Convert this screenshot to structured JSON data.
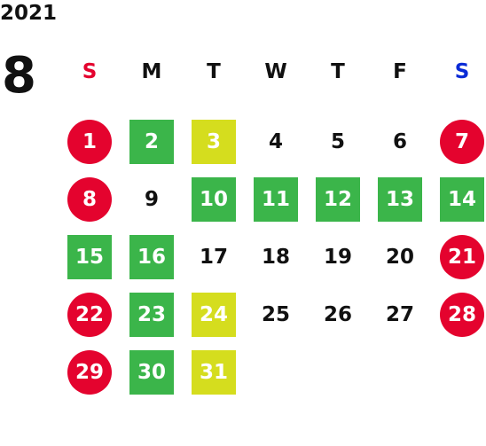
{
  "calendar": {
    "year": "2021",
    "month": "8",
    "weekdays": [
      {
        "label": "S",
        "color": "#e4032e"
      },
      {
        "label": "M",
        "color": "#111111"
      },
      {
        "label": "T",
        "color": "#111111"
      },
      {
        "label": "W",
        "color": "#111111"
      },
      {
        "label": "T",
        "color": "#111111"
      },
      {
        "label": "F",
        "color": "#111111"
      },
      {
        "label": "S",
        "color": "#0a2bd6"
      }
    ],
    "legend_colors": {
      "holiday_red": "#e4032e",
      "green": "#3bb54a",
      "yellow": "#d5dd1e"
    },
    "weeks": [
      [
        {
          "day": "1",
          "style": "red"
        },
        {
          "day": "2",
          "style": "green"
        },
        {
          "day": "3",
          "style": "yellow"
        },
        {
          "day": "4",
          "style": "plain"
        },
        {
          "day": "5",
          "style": "plain"
        },
        {
          "day": "6",
          "style": "plain"
        },
        {
          "day": "7",
          "style": "red"
        }
      ],
      [
        {
          "day": "8",
          "style": "red"
        },
        {
          "day": "9",
          "style": "plain"
        },
        {
          "day": "10",
          "style": "green"
        },
        {
          "day": "11",
          "style": "green"
        },
        {
          "day": "12",
          "style": "green"
        },
        {
          "day": "13",
          "style": "green"
        },
        {
          "day": "14",
          "style": "green"
        }
      ],
      [
        {
          "day": "15",
          "style": "green"
        },
        {
          "day": "16",
          "style": "green"
        },
        {
          "day": "17",
          "style": "plain"
        },
        {
          "day": "18",
          "style": "plain"
        },
        {
          "day": "19",
          "style": "plain"
        },
        {
          "day": "20",
          "style": "plain"
        },
        {
          "day": "21",
          "style": "red"
        }
      ],
      [
        {
          "day": "22",
          "style": "red"
        },
        {
          "day": "23",
          "style": "green"
        },
        {
          "day": "24",
          "style": "yellow"
        },
        {
          "day": "25",
          "style": "plain"
        },
        {
          "day": "26",
          "style": "plain"
        },
        {
          "day": "27",
          "style": "plain"
        },
        {
          "day": "28",
          "style": "red"
        }
      ],
      [
        {
          "day": "29",
          "style": "red"
        },
        {
          "day": "30",
          "style": "green"
        },
        {
          "day": "31",
          "style": "yellow"
        }
      ]
    ]
  }
}
